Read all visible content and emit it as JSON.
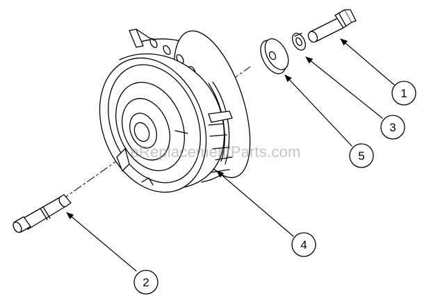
{
  "diagram": {
    "watermark": "eReplacementParts.com",
    "callouts": [
      {
        "id": "1",
        "label": "1"
      },
      {
        "id": "2",
        "label": "2"
      },
      {
        "id": "3",
        "label": "3"
      },
      {
        "id": "4",
        "label": "4"
      },
      {
        "id": "5",
        "label": "5"
      }
    ]
  },
  "colors": {
    "ink": "#000000",
    "paper": "#ffffff",
    "shade": "#e6e6e6",
    "watermark": "#969696"
  }
}
